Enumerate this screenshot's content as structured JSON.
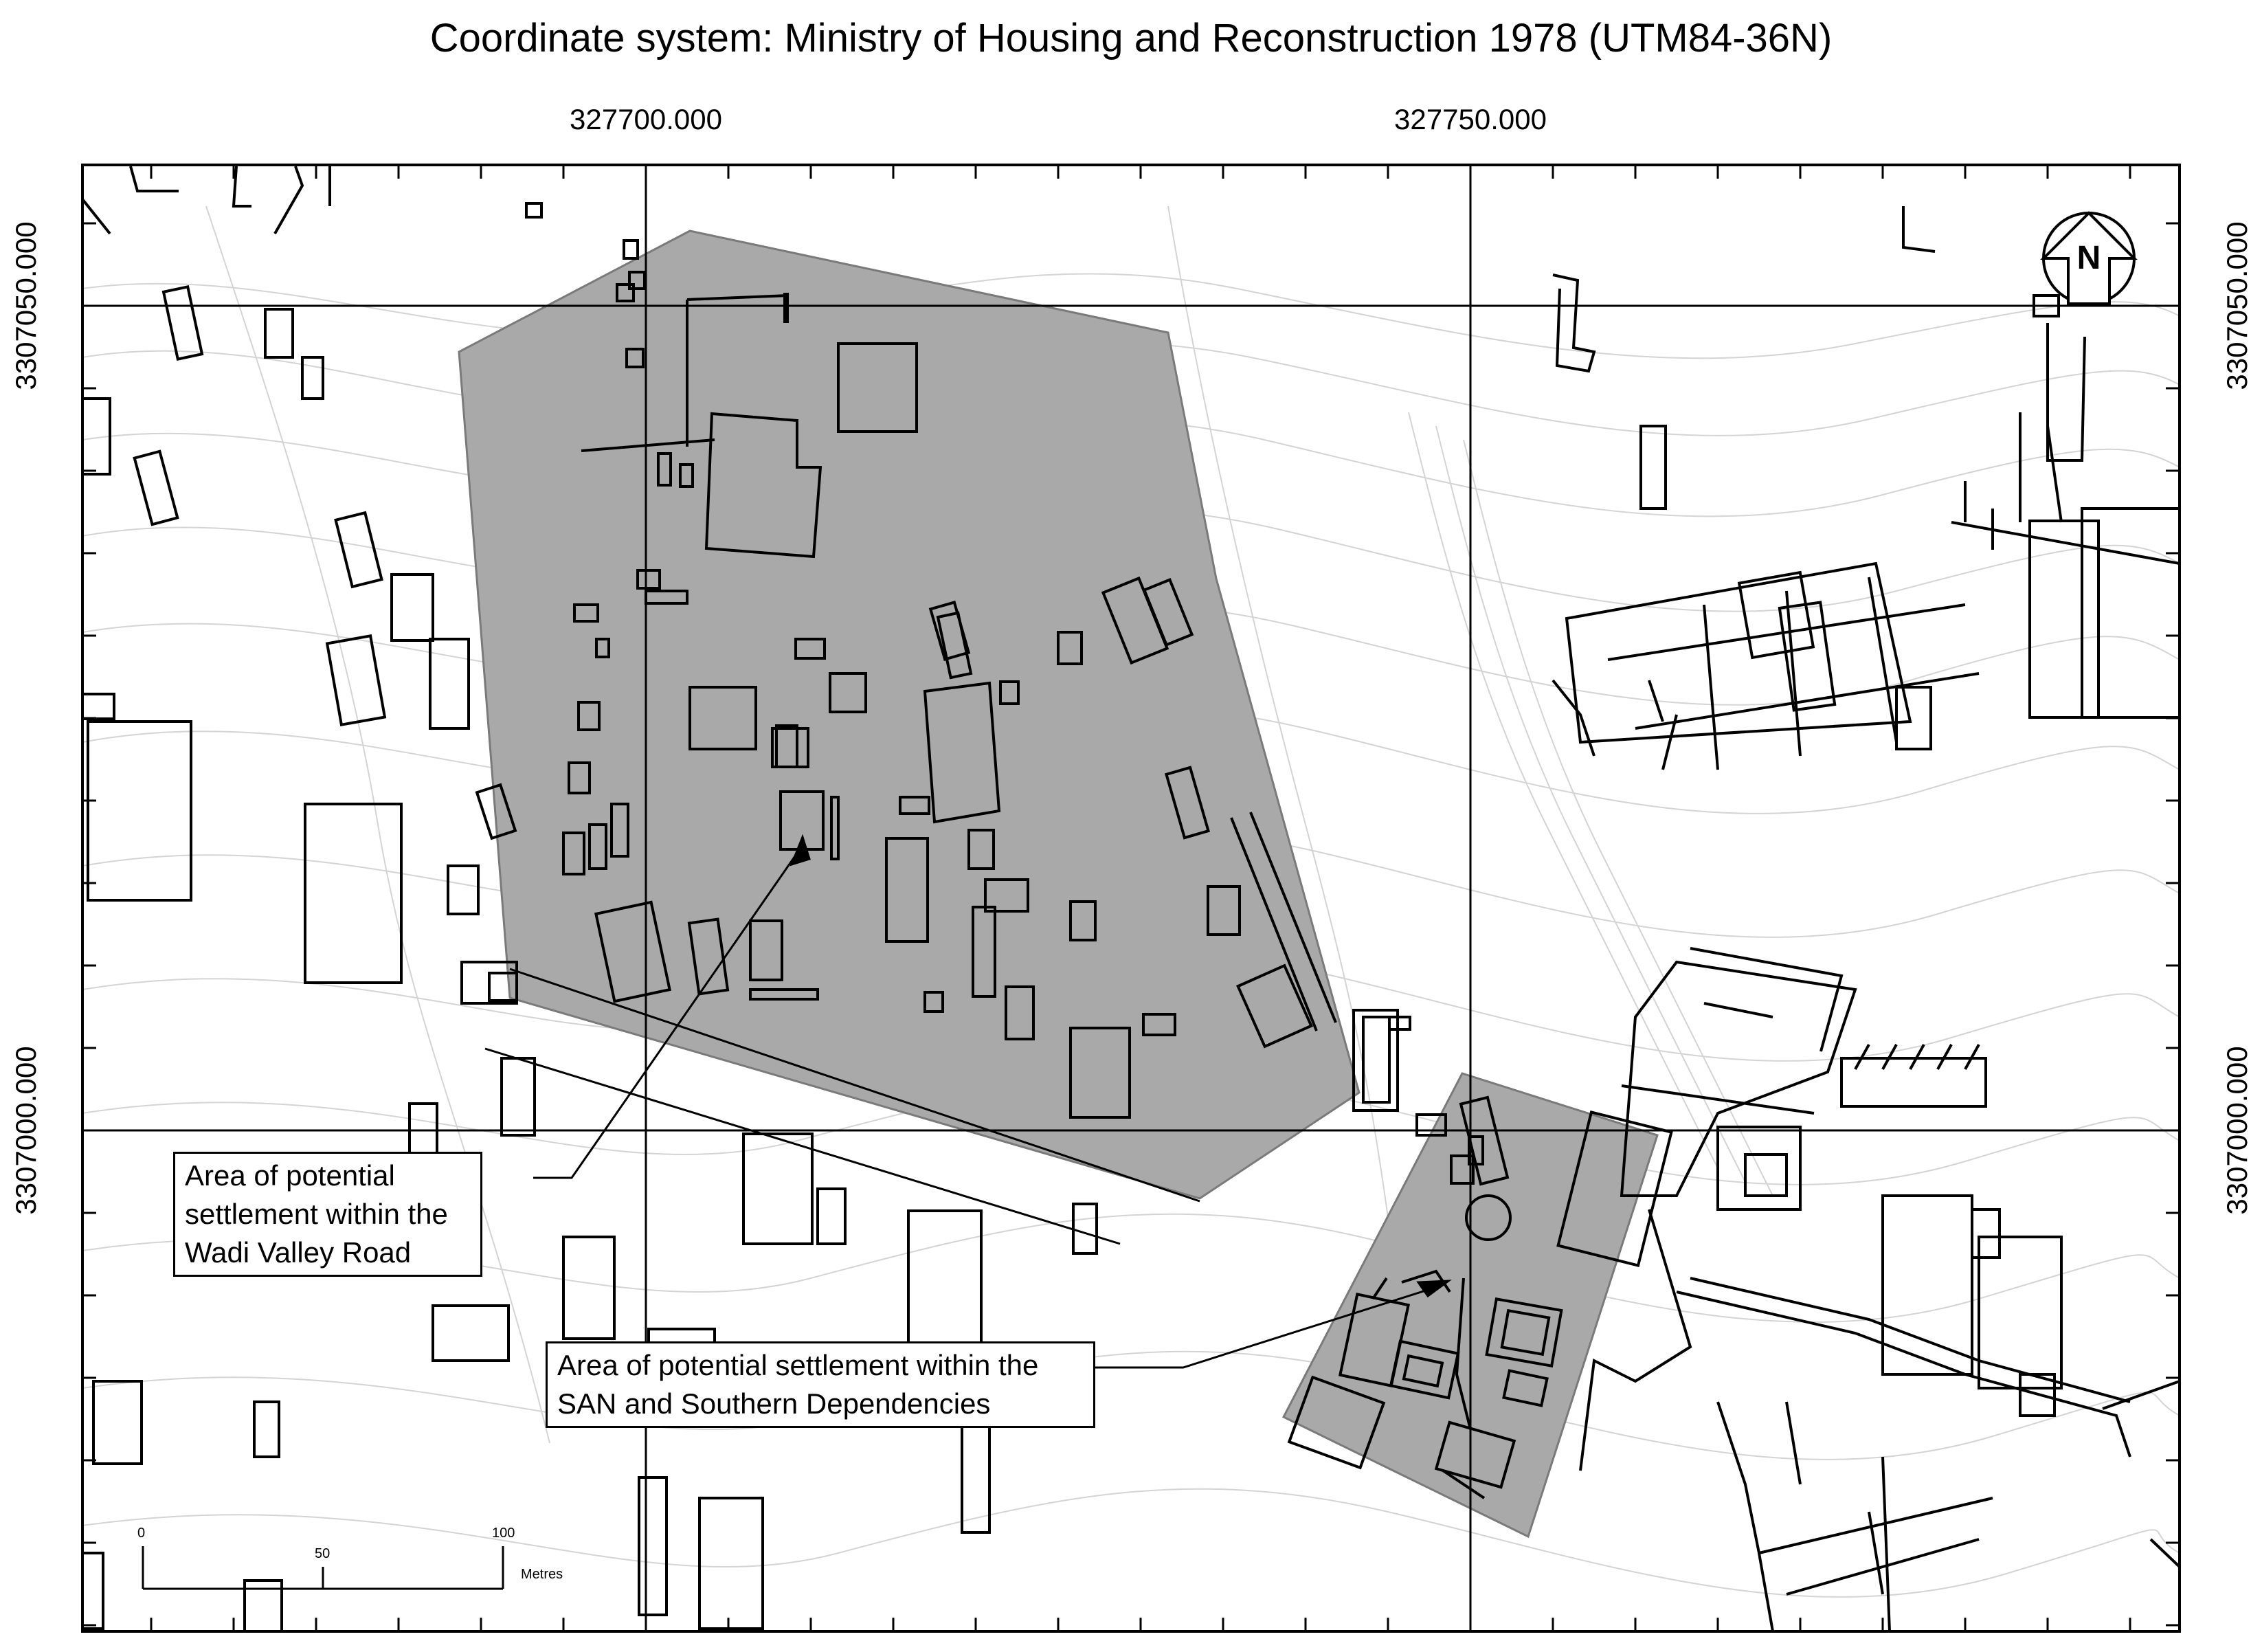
{
  "title": "Coordinate system: Ministry of Housing and Reconstruction 1978 (UTM84-36N)",
  "coords": {
    "easting_1": "327700.000",
    "easting_2": "327750.000",
    "northing_1": "3307050.000",
    "northing_2": "3307000.000"
  },
  "north_arrow": {
    "label": "N",
    "icon": "north-arrow-icon"
  },
  "callouts": {
    "wadi": "Area of potential settlement within the Wadi Valley Road",
    "san": "Area of potential settlement within the SAN and Southern Dependencies"
  },
  "scale_bar": {
    "tick_0": "0",
    "tick_50": "50",
    "tick_100": "100",
    "unit": "Metres"
  },
  "colors": {
    "zone_fill": "#a9a9a9",
    "contour": "#d4d4d4",
    "structure": "#000000"
  }
}
